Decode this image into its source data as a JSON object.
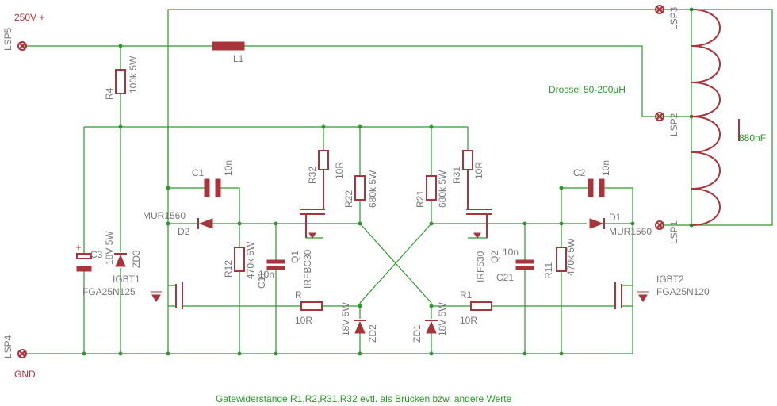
{
  "labels": {
    "v250": "250V +",
    "gnd": "GND",
    "lsp5": "LSP5",
    "lsp4": "LSP4",
    "lsp3": "LSP3",
    "lsp2": "LSP2",
    "lsp1": "LSP1",
    "l1": "L1",
    "r4": "R4",
    "r4v": "100k 5W",
    "drossel": "Drossel 50-200µH",
    "c880": "880nF",
    "c1": "C1",
    "c1v": "10n",
    "c2": "C2",
    "c2v": "10n",
    "r32": "R32",
    "r32v": "10R",
    "r31": "R31",
    "r31v": "10R",
    "r22": "R22",
    "r22v": "680k 5W",
    "r21": "R21",
    "r21v": "680k 5W",
    "mur_l": "MUR1560",
    "d2": "D2",
    "d1": "D1",
    "mur_r": "MUR1560",
    "c3": "C3",
    "zd3v": "18V 5W",
    "zd3": "ZD3",
    "r12": "R12",
    "r12v": "470k 5W",
    "c11v": "10n",
    "c11": "C11",
    "q1": "Q1",
    "irfbc30": "IRFBC30",
    "irf530": "IRF530",
    "q2": "Q2",
    "c21v": "10n",
    "c21": "C21",
    "r11": "R11",
    "r11v": "470k 5W",
    "igbt1": "IGBT1",
    "fga_l": "FGA25N125",
    "igbt2": "IGBT2",
    "fga_r": "FGA25N120",
    "r2": "R",
    "r2v": "10R",
    "r1": "R1",
    "r1v": "10R",
    "zd2v": "18V 5W",
    "zd2": "ZD2",
    "zd1": "ZD1",
    "zd1v": "18V 5W",
    "footer": "Gatewiderstände R1,R2,R31,R32 evtl. als Brücken bzw. andere Werte"
  },
  "colors": {
    "wire": "#2a9a2a",
    "part": "#a8343c",
    "text": "#777777"
  }
}
